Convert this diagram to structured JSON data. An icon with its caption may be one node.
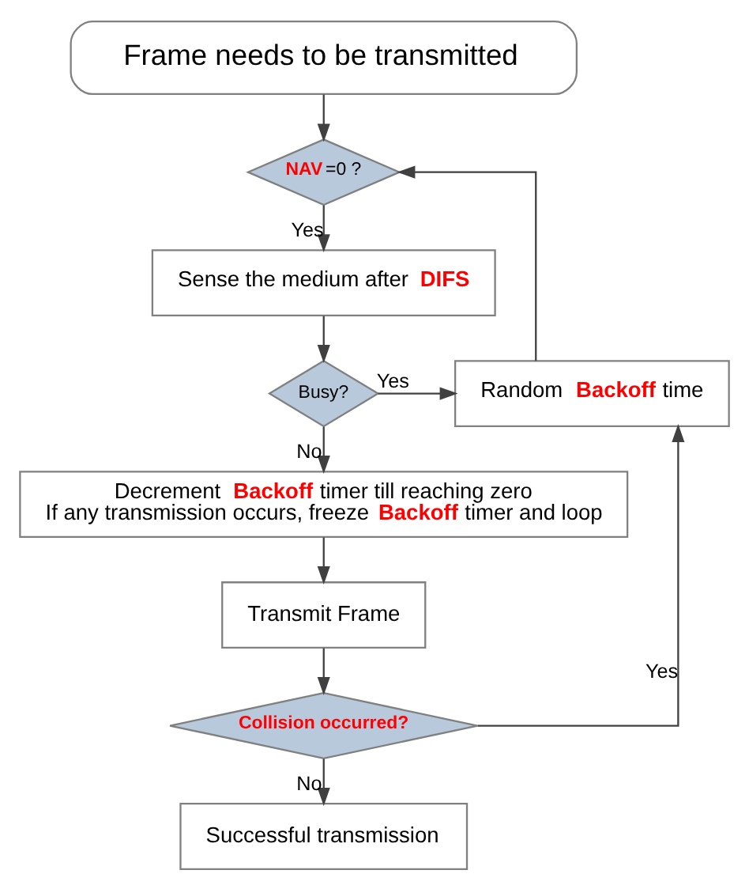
{
  "diagram": {
    "nodes": [
      {
        "text": [
          "Frame needs to be transmitted"
        ]
      },
      {
        "text": [
          "**NAV**=0 ?"
        ]
      },
      {
        "text": [
          "Sense the medium after **DIFS**"
        ]
      },
      {
        "text": [
          "Busy?"
        ]
      },
      {
        "text": [
          "Random **Backoff** time"
        ]
      },
      {
        "text": [
          "Decrement **Backoff** timer till reaching zero",
          "If any transmission occurs, freeze **Backoff** timer and loop"
        ]
      },
      {
        "text": [
          "Transmit Frame"
        ]
      },
      {
        "text": [
          "**Collision occurred?**"
        ]
      },
      {
        "text": [
          "Successful transmission"
        ]
      }
    ],
    "edges": [
      {
        "from": 0,
        "to": 1,
        "arrow": "to"
      },
      {
        "from": 1,
        "to": 2,
        "arrow": "to",
        "label": "Yes"
      },
      {
        "from": 2,
        "to": 3,
        "arrow": "to"
      },
      {
        "from": 3,
        "to": 4,
        "arrow": "to",
        "label": "Yes"
      },
      {
        "from": 3,
        "to": 5,
        "arrow": "to",
        "label": "No"
      },
      {
        "from": 5,
        "to": 6,
        "arrow": "to"
      },
      {
        "from": 6,
        "to": 7,
        "arrow": "to"
      },
      {
        "from": 7,
        "to": 4,
        "arrow": "to",
        "label": "Yes"
      },
      {
        "from": 4,
        "to": 1,
        "arrow": "to"
      },
      {
        "from": 7,
        "to": 8,
        "arrow": "to",
        "label": "No"
      }
    ]
  }
}
